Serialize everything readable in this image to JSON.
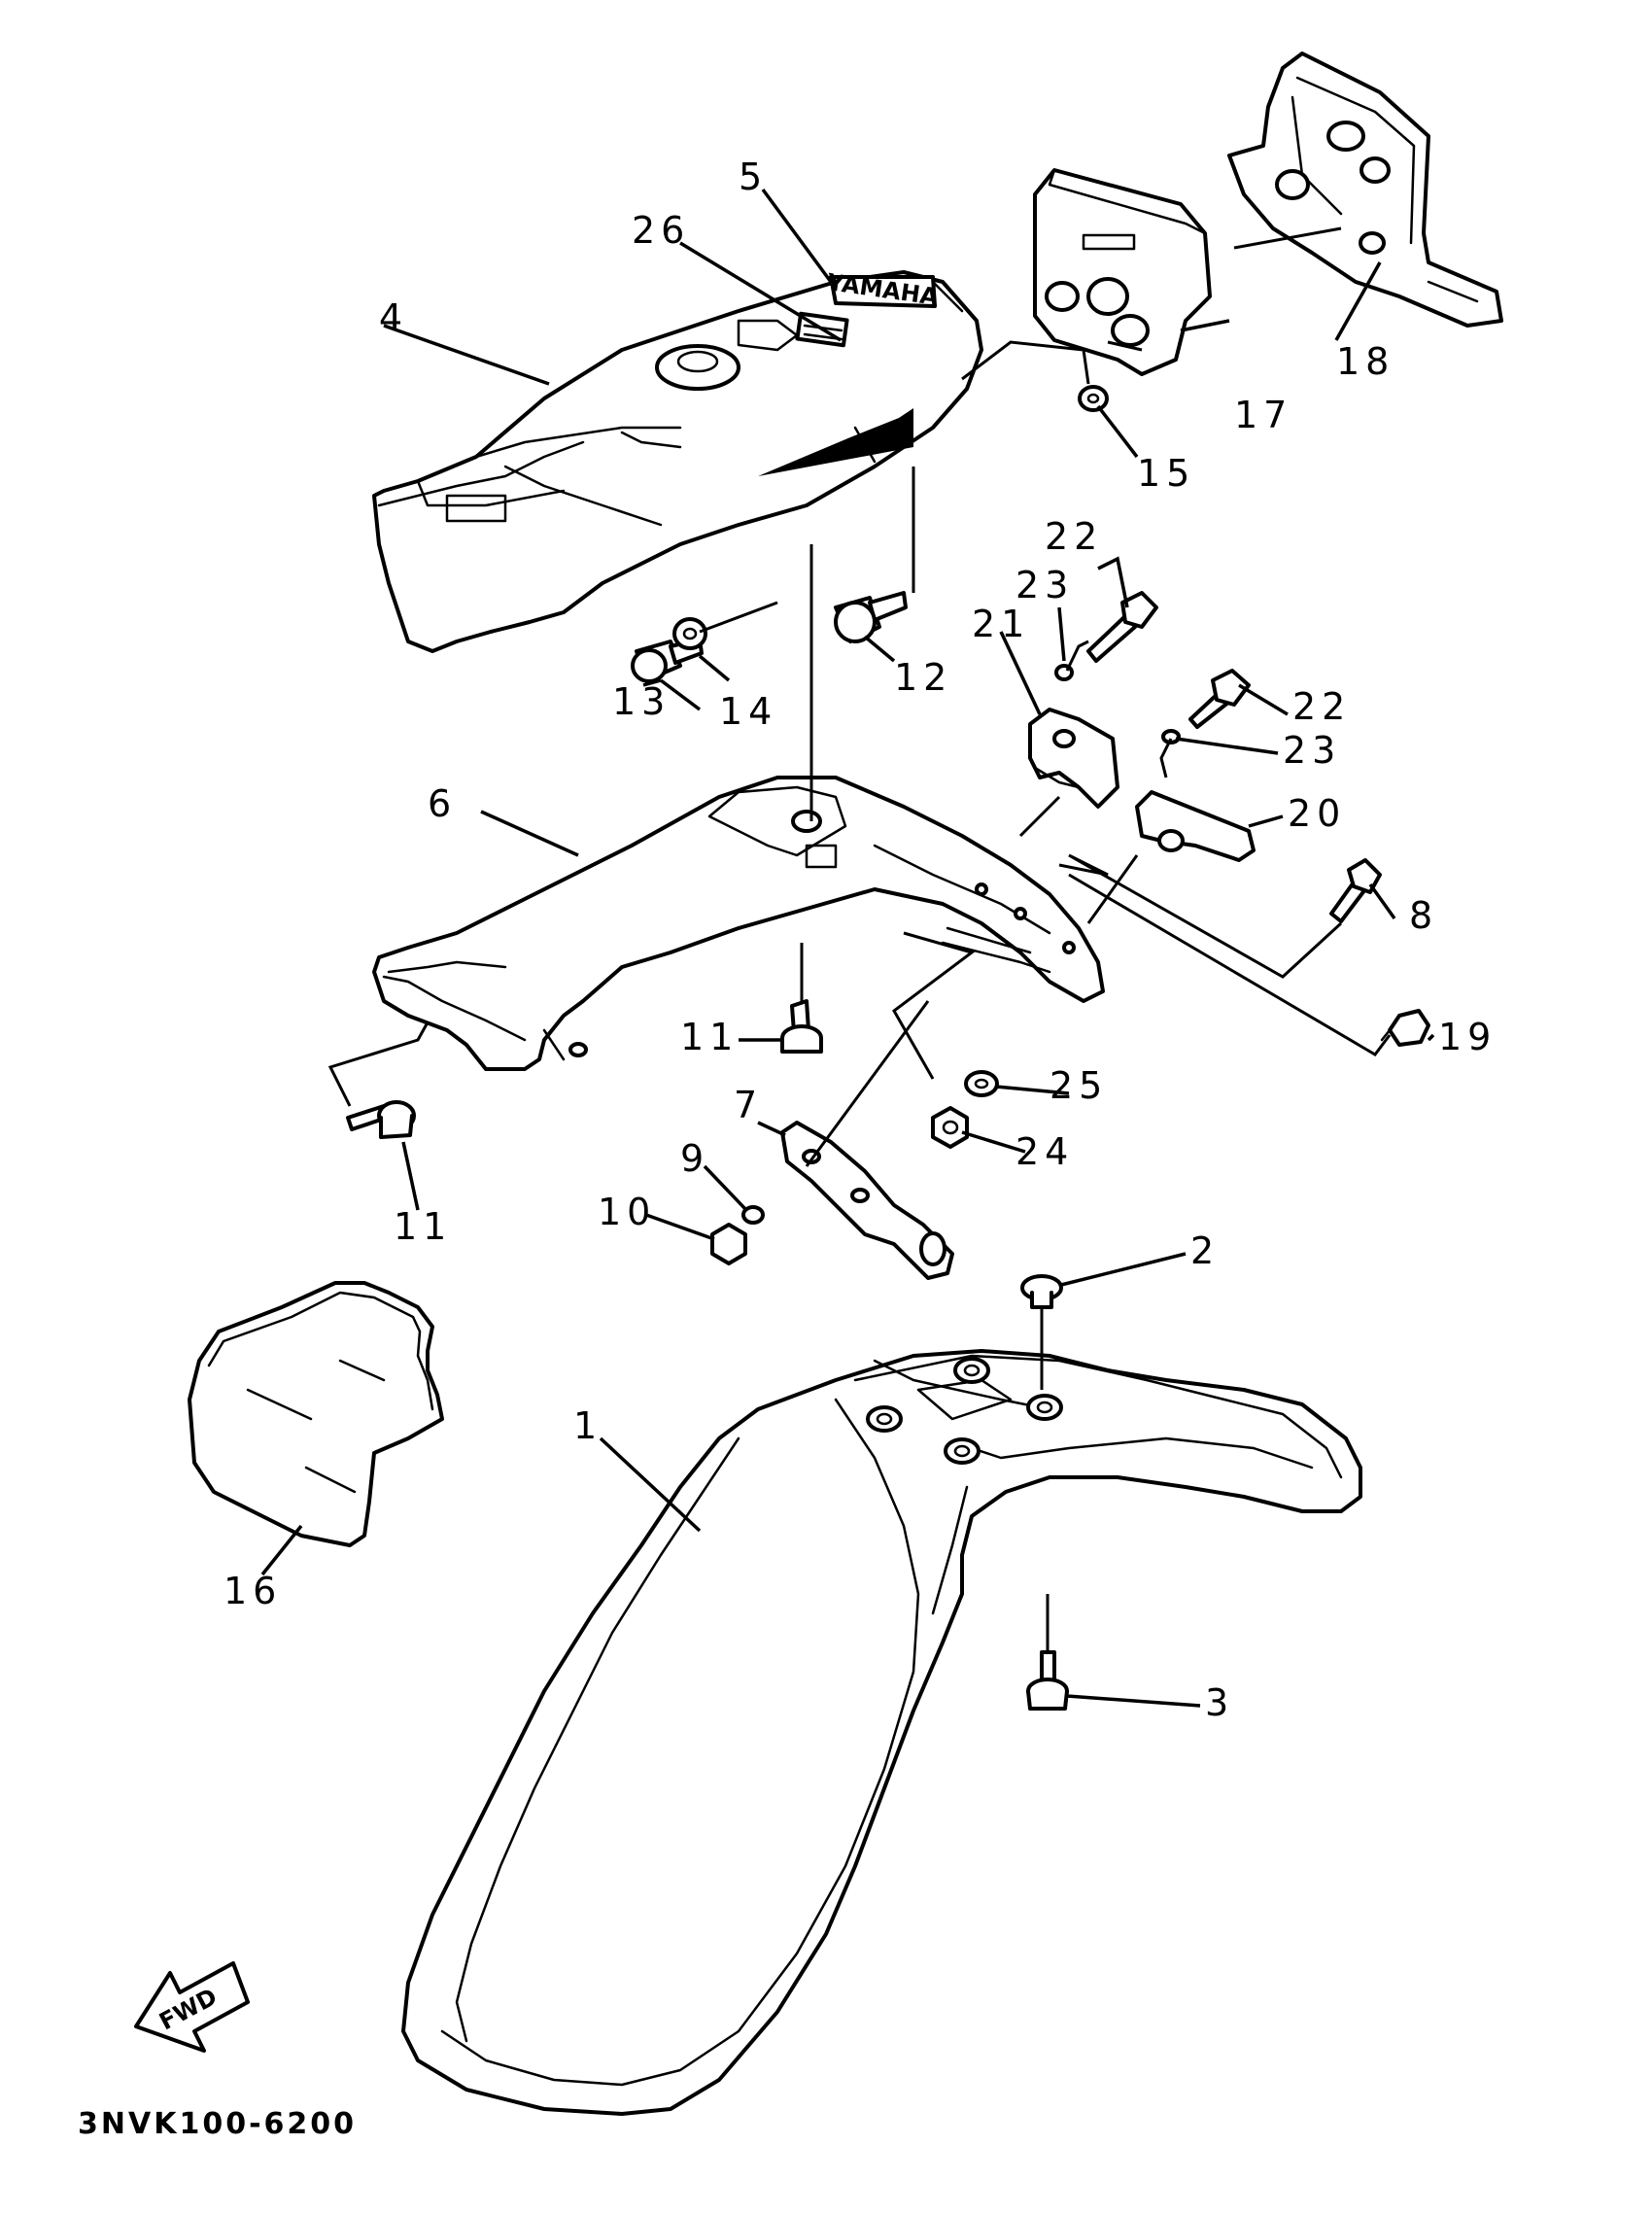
{
  "diagram_code": "3NVK100-6200",
  "direction_marker": {
    "label": "FWD",
    "icon": "fwd-arrow-icon"
  },
  "brand_decal_text": "YAMAHA",
  "parts": [
    {
      "id": "1",
      "label": "1",
      "description": "rear fender"
    },
    {
      "id": "2",
      "label": "2",
      "description": "collar"
    },
    {
      "id": "3",
      "label": "3",
      "description": "bolt"
    },
    {
      "id": "4",
      "label": "4",
      "description": "seat cowl / rear cover"
    },
    {
      "id": "5",
      "label": "5",
      "description": "emblem"
    },
    {
      "id": "6",
      "label": "6",
      "description": "rear fender inner"
    },
    {
      "id": "7",
      "label": "7",
      "description": "bracket"
    },
    {
      "id": "8",
      "label": "8",
      "description": "bolt"
    },
    {
      "id": "9",
      "label": "9",
      "description": "washer"
    },
    {
      "id": "10",
      "label": "10",
      "description": "nut"
    },
    {
      "id": "11",
      "label": "11",
      "description": "bolt"
    },
    {
      "id": "12",
      "label": "12",
      "description": "bolt"
    },
    {
      "id": "13",
      "label": "13",
      "description": "bolt"
    },
    {
      "id": "14",
      "label": "14",
      "description": "washer"
    },
    {
      "id": "15",
      "label": "15",
      "description": "washer"
    },
    {
      "id": "16",
      "label": "16",
      "description": "mud flap"
    },
    {
      "id": "17",
      "label": "17",
      "description": "block"
    },
    {
      "id": "18",
      "label": "18",
      "description": "plate"
    },
    {
      "id": "19",
      "label": "19",
      "description": "clip"
    },
    {
      "id": "20",
      "label": "20",
      "description": "stay"
    },
    {
      "id": "21",
      "label": "21",
      "description": "stay"
    },
    {
      "id": "22a",
      "label": "22",
      "description": "bolt"
    },
    {
      "id": "22b",
      "label": "22",
      "description": "bolt"
    },
    {
      "id": "23a",
      "label": "23",
      "description": "spring washer"
    },
    {
      "id": "23b",
      "label": "23",
      "description": "spring washer"
    },
    {
      "id": "24",
      "label": "24",
      "description": "nut"
    },
    {
      "id": "25",
      "label": "25",
      "description": "washer"
    },
    {
      "id": "26",
      "label": "26",
      "description": "label"
    },
    {
      "id": "11b",
      "label": "11",
      "description": "bolt"
    }
  ]
}
